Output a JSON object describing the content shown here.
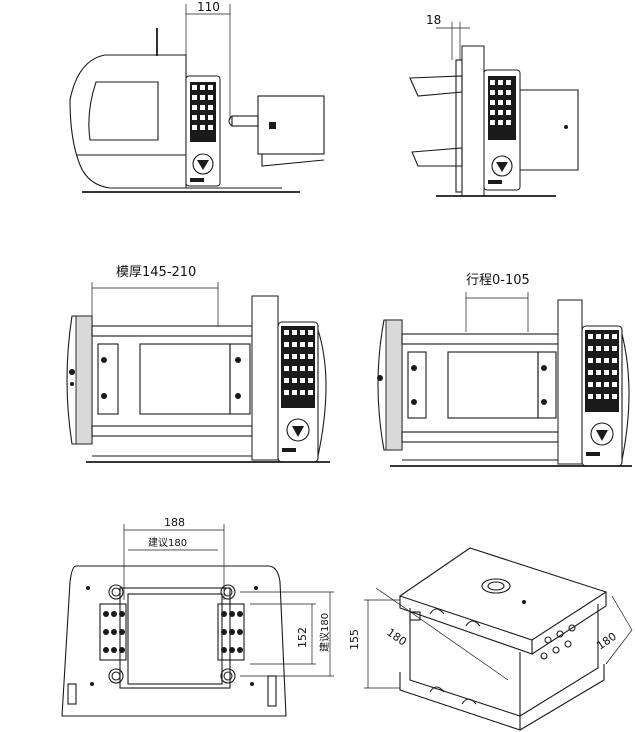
{
  "dimensions": {
    "dim_110": "110",
    "dim_18": "18",
    "mold_thickness": "模厚145-210",
    "stroke": "行程0-105",
    "dim_188": "188",
    "suggest_180_h": "建议180",
    "dim_152": "152",
    "suggest_180_v": "建议180",
    "dim_155": "155",
    "dim_180_left": "180",
    "dim_180_right": "180"
  },
  "colors": {
    "line": "#1a1a1a",
    "fill_gray": "#d9d9d9",
    "background": "#ffffff"
  }
}
